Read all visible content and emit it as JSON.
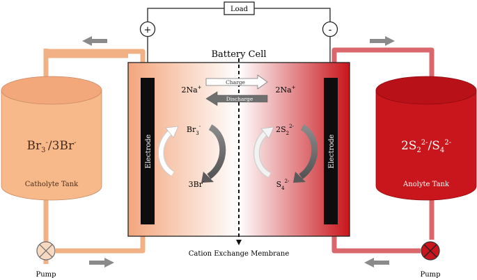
{
  "load": {
    "label": "Load"
  },
  "terminals": {
    "positive": "+",
    "negative": "-"
  },
  "cell": {
    "title": "Battery Cell",
    "membrane": "Cation Exchange Membrane"
  },
  "electrodes": {
    "left": "Electrode",
    "right": "Electrode"
  },
  "reactions": {
    "na_left": [
      "2Na",
      "+"
    ],
    "na_right": [
      "2Na",
      "+"
    ],
    "charge": "Charge",
    "discharge": "Discharge",
    "br3": [
      "Br",
      "3",
      "-"
    ],
    "br_minus": [
      "3Br",
      "-"
    ],
    "s2": [
      "2S",
      "2",
      "2-"
    ],
    "s4": [
      "S",
      "4",
      "2-"
    ]
  },
  "catholyte_tank": {
    "formula": [
      "Br",
      "3",
      "-",
      "/3Br",
      "-"
    ],
    "label": "Catholyte Tank"
  },
  "anolyte_tank": {
    "formula": [
      "2S",
      "2",
      "2-",
      "/S",
      "4",
      "2-"
    ],
    "label": "Anolyte Tank"
  },
  "pumps": {
    "left": "Pump",
    "right": "Pump"
  },
  "colors": {
    "catholyte": "#f7b98a",
    "catholyte_dark": "#e8976a",
    "anolyte": "#c9161c",
    "anolyte_dark": "#a80e14",
    "anolyte_pipe": "#d9676b",
    "catholyte_pipe": "#f2b184",
    "arrow_gray": "#6f6f6f"
  }
}
